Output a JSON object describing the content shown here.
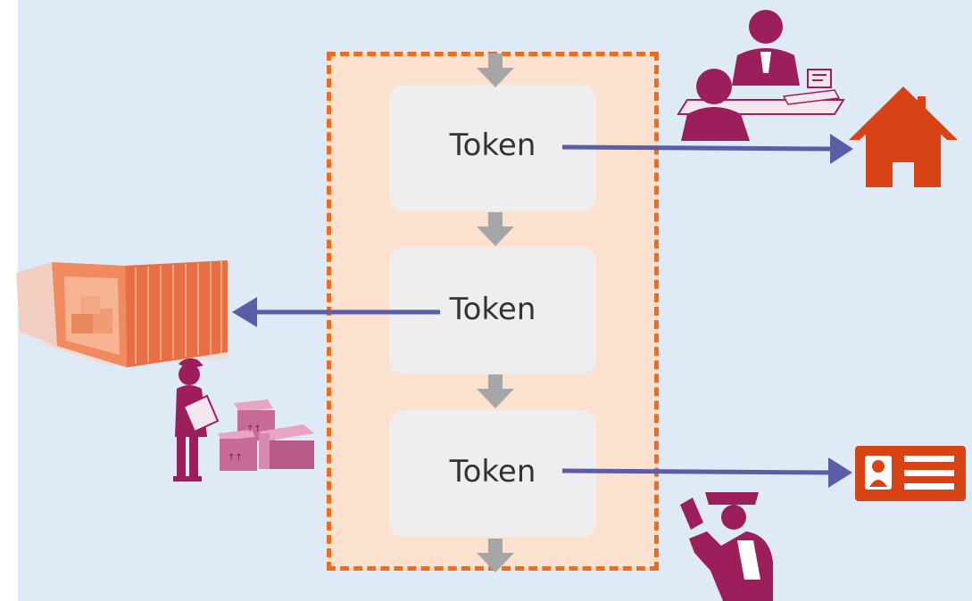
{
  "tokens": [
    {
      "label": "Token"
    },
    {
      "label": "Token"
    },
    {
      "label": "Token"
    }
  ],
  "colors": {
    "background": "#deebf7",
    "chain_fill": "#fde1cf",
    "chain_border": "#f26b1d",
    "token_card": "#eeeeee",
    "connector_arrow": "#5b5ea6",
    "flow_arrow": "#a6a6a6",
    "accent_orange": "#d84315",
    "figure_magenta": "#9c1f5c"
  },
  "icons": [
    "people-at-desk-icon",
    "house-icon",
    "shipping-container-icon",
    "delivery-worker-icon",
    "boxes-icon",
    "id-card-icon",
    "customs-officer-icon"
  ]
}
